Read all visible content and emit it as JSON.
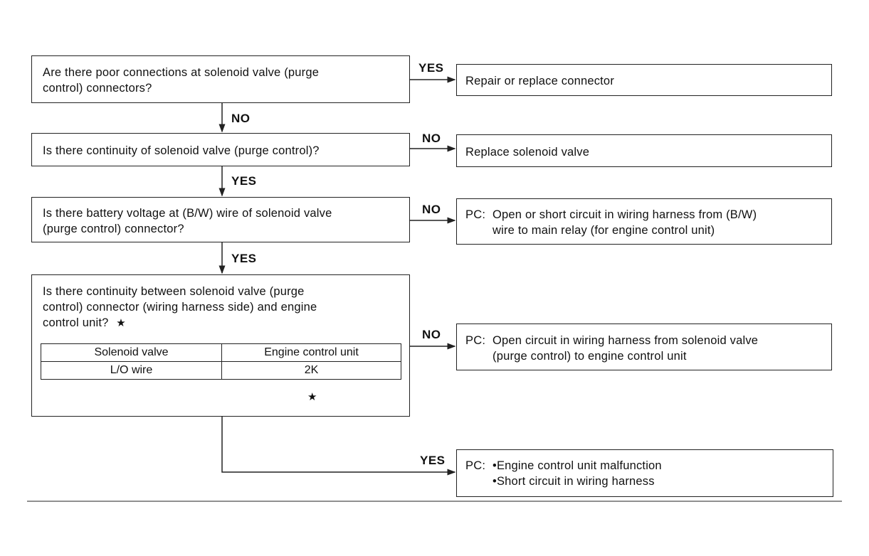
{
  "steps": [
    {
      "question": "Are there poor connections at solenoid valve (purge control) connectors?",
      "question_lines": [
        "Are there poor connections at solenoid valve (purge",
        "control) connectors?"
      ],
      "side_label": "YES",
      "side_result": "Repair or replace connector",
      "down_label": "NO"
    },
    {
      "question": "Is there continuity of solenoid valve (purge control)?",
      "side_label": "NO",
      "side_result": "Replace solenoid valve",
      "down_label": "YES"
    },
    {
      "question_lines": [
        "Is there battery voltage at (B/W) wire of solenoid valve",
        "(purge control) connector?"
      ],
      "side_label": "NO",
      "side_result_prefix": "PC:",
      "side_result_lines": [
        "Open or short circuit in wiring harness from (B/W)",
        "wire to main relay (for engine control unit)"
      ],
      "down_label": "YES"
    },
    {
      "question_lines": [
        "Is there continuity between solenoid valve (purge",
        "control) connector (wiring harness side) and engine",
        "control unit?"
      ],
      "star": "★",
      "table": {
        "headers": [
          "Solenoid valve",
          "Engine control unit"
        ],
        "rows": [
          [
            "L/O wire",
            "2K"
          ]
        ]
      },
      "side_label": "NO",
      "side_result_prefix": "PC:",
      "side_result_lines": [
        "Open circuit in wiring harness from solenoid valve",
        "(purge control) to engine control unit"
      ],
      "down_label": "YES"
    }
  ],
  "final": {
    "prefix": "PC:",
    "items": [
      "•Engine control unit malfunction",
      "•Short circuit in wiring harness"
    ]
  }
}
